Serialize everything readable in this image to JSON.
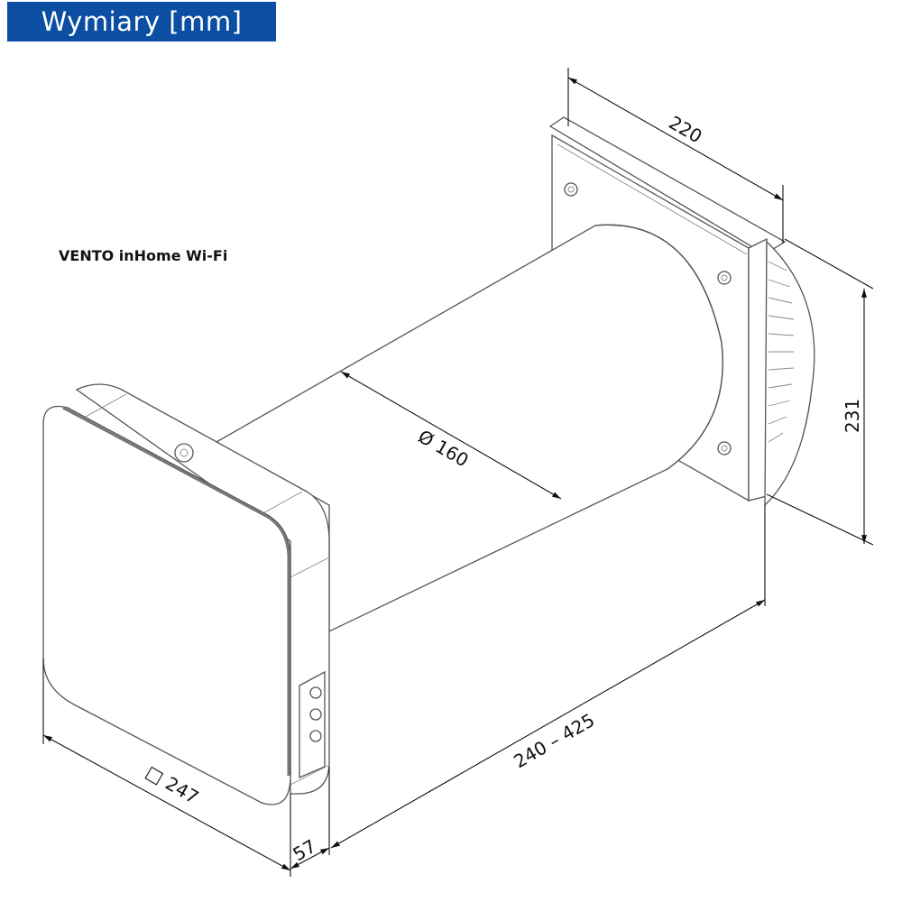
{
  "header": {
    "title": "Wymiary [mm]",
    "color": "#0b4ea2"
  },
  "model": "VENTO inHome Wi-Fi",
  "dimensions": {
    "plate_width": "220",
    "plate_height": "231",
    "duct_diameter": "Ø 160",
    "duct_length": "240 – 425",
    "panel_size": "□ 247",
    "panel_depth": "57"
  }
}
